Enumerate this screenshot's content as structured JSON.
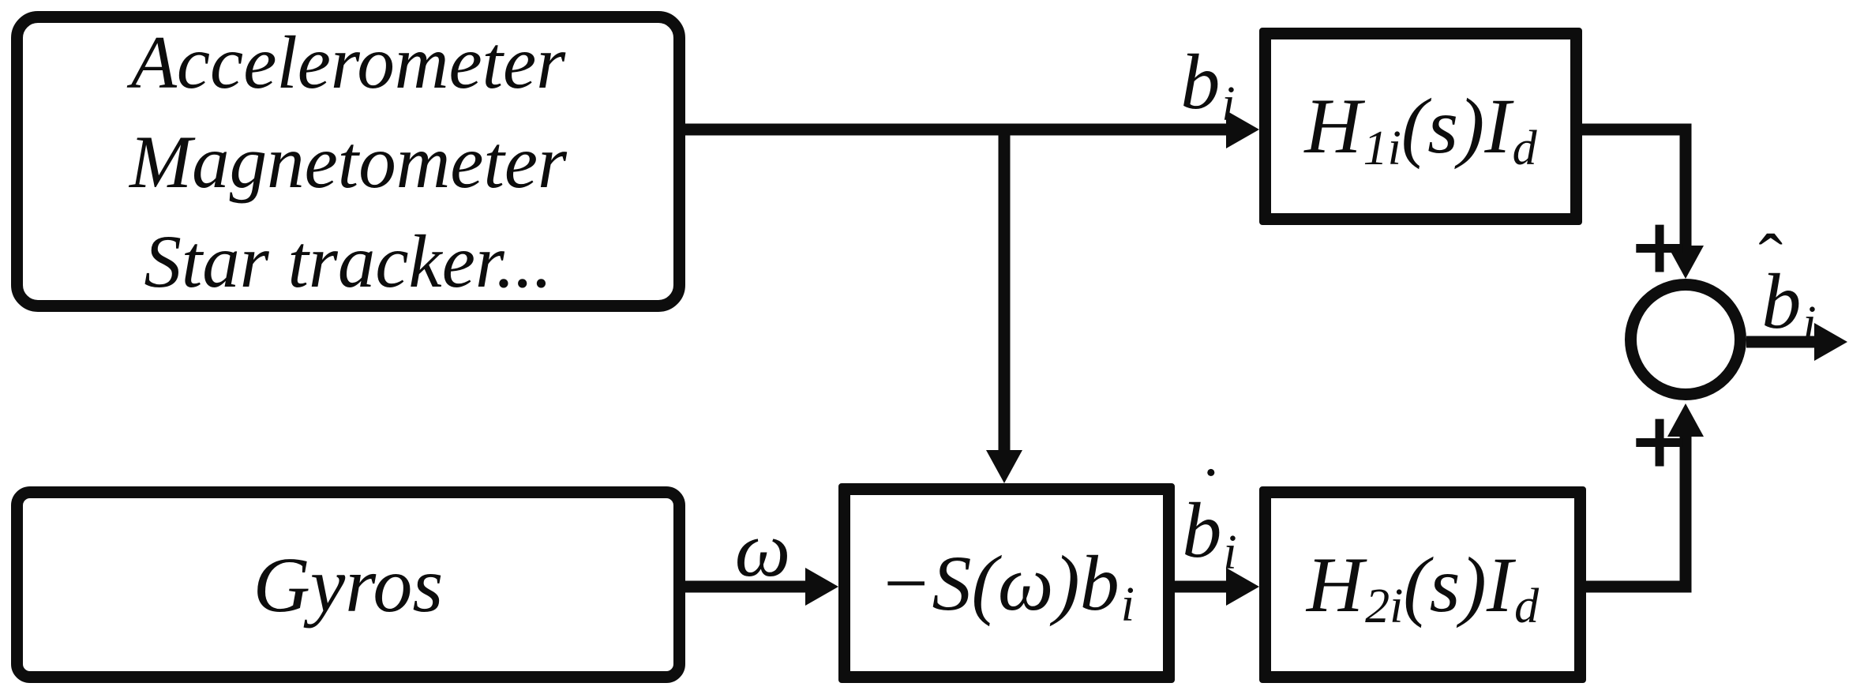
{
  "figure": {
    "type": "block-diagram",
    "description": "Complementary filter for bias vector estimation from attitude sensors and gyros"
  },
  "colors": {
    "ink": "#0d0d0d",
    "background": "#ffffff"
  },
  "boxes": {
    "sensors": {
      "lines": [
        "Accelerometer",
        "Magnetometer",
        "Star tracker..."
      ]
    },
    "gyros": {
      "label": "Gyros"
    },
    "skew": {
      "main": "−S(ω)b",
      "sub": "i"
    },
    "h1": {
      "base": "H",
      "sub": "1i",
      "mid": "(s)",
      "base2": "I",
      "sub2": "d"
    },
    "h2": {
      "base": "H",
      "sub": "2i",
      "mid": "(s)",
      "base2": "I",
      "sub2": "d"
    }
  },
  "signals": {
    "bi": {
      "base": "b",
      "sub": "i"
    },
    "omega": {
      "symbol": "ω"
    },
    "bdot": {
      "accent": "˙",
      "base": "b",
      "sub": "i"
    },
    "bhat": {
      "accent": "ˆ",
      "base": "b",
      "sub": "i"
    },
    "sum_plus_top": "+",
    "sum_plus_bottom": "+"
  }
}
